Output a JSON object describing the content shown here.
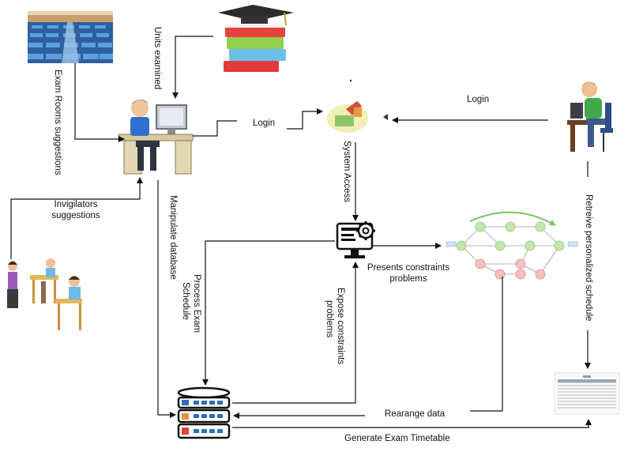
{
  "labels": {
    "units_examined": "Units examined",
    "exam_rooms_suggestions": "Exam Rooms suggestions",
    "invigilators_suggestions_1": "Invigilators",
    "invigilators_suggestions_2": "suggestions",
    "login_left": "Login",
    "login_right": "Login",
    "system_access": "System Access",
    "manipulate_database": "Manipulate database",
    "process_exam_schedule_1": "Process Exam",
    "process_exam_schedule_2": "Schedule",
    "presents_constraints_1": "Presents constraints",
    "presents_constraints_2": "problems",
    "expose_constraints_1": "Expose  constraints",
    "expose_constraints_2": "problems",
    "retrieve_personalized_schedule": "Retreive personalized schedule",
    "rearrange_data": "Rearange data",
    "generate_exam_timetable": "Generate Exam Timetable"
  },
  "colors": {
    "arrow": "#111111",
    "db_orange": "#e8923a",
    "db_blue": "#2f6db5",
    "db_red": "#d9443f",
    "graph_green": "#a8d88a",
    "graph_red": "#f1a6a6"
  },
  "icons": [
    "exam-room-photo",
    "books-graduation-cap",
    "admin-at-computer",
    "invigilators-classroom",
    "system-login-icon",
    "student-at-computer",
    "computer-gear-icon",
    "constraint-graph",
    "database-icon",
    "timetable-document"
  ]
}
